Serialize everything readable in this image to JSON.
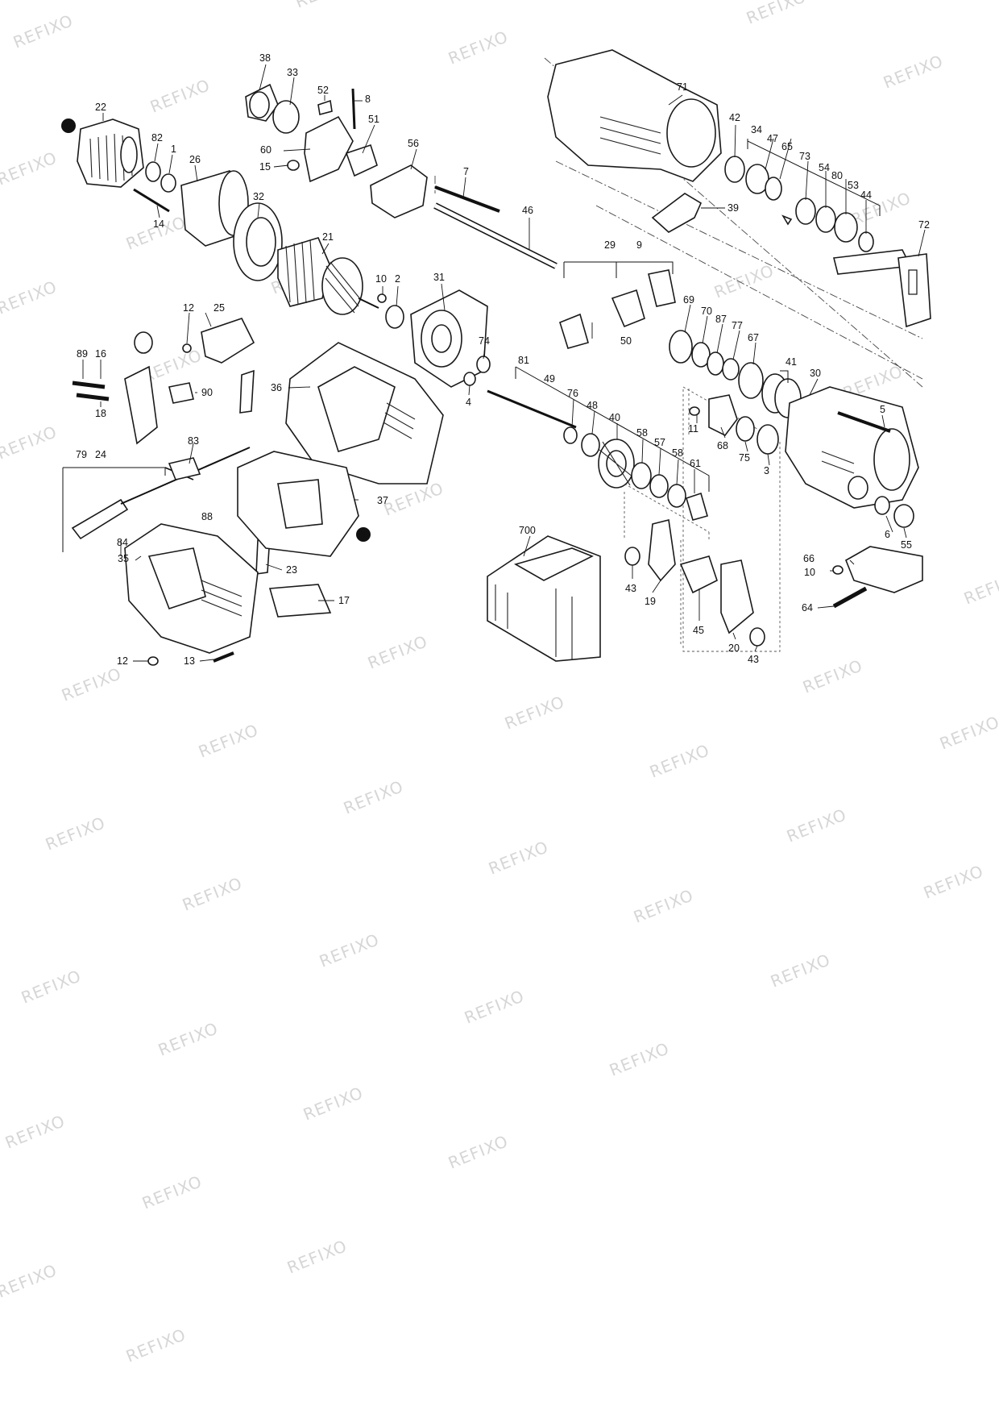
{
  "watermark": "REFIXO",
  "labels": {
    "p1": "1",
    "p2": "2",
    "p3": "3",
    "p4": "4",
    "p5": "5",
    "p6": "6",
    "p7": "7",
    "p8": "8",
    "p9": "9",
    "p10": "10",
    "p10b": "10",
    "p11": "11",
    "p12": "12",
    "p12b": "12",
    "p13": "13",
    "p14": "14",
    "p15": "15",
    "p16": "16",
    "p17": "17",
    "p18": "18",
    "p19": "19",
    "p20": "20",
    "p21": "21",
    "p22": "22",
    "p23": "23",
    "p24": "24",
    "p25": "25",
    "p26": "26",
    "p29": "29",
    "p30": "30",
    "p31": "31",
    "p32": "32",
    "p33": "33",
    "p34": "34",
    "p35": "35",
    "p36": "36",
    "p37": "37",
    "p38": "38",
    "p39": "39",
    "p40": "40",
    "p41": "41",
    "p42": "42",
    "p43": "43",
    "p43b": "43",
    "p44": "44",
    "p45": "45",
    "p46": "46",
    "p47": "47",
    "p48": "48",
    "p49": "49",
    "p50": "50",
    "p51": "51",
    "p52": "52",
    "p53": "53",
    "p54": "54",
    "p55": "55",
    "p56": "56",
    "p57": "57",
    "p58": "58",
    "p58b": "58",
    "p60": "60",
    "p61": "61",
    "p64": "64",
    "p65": "65",
    "p66": "66",
    "p67": "67",
    "p68": "68",
    "p69": "69",
    "p70": "70",
    "p71": "71",
    "p72": "72",
    "p73": "73",
    "p74": "74",
    "p75": "75",
    "p76": "76",
    "p77": "77",
    "p79": "79",
    "p80": "80",
    "p81": "81",
    "p82": "82",
    "p83": "83",
    "p84": "84",
    "p87": "87",
    "p88": "88",
    "p89": "89",
    "p90": "90",
    "p700": "700",
    "b1": "b",
    "b2": "b"
  }
}
